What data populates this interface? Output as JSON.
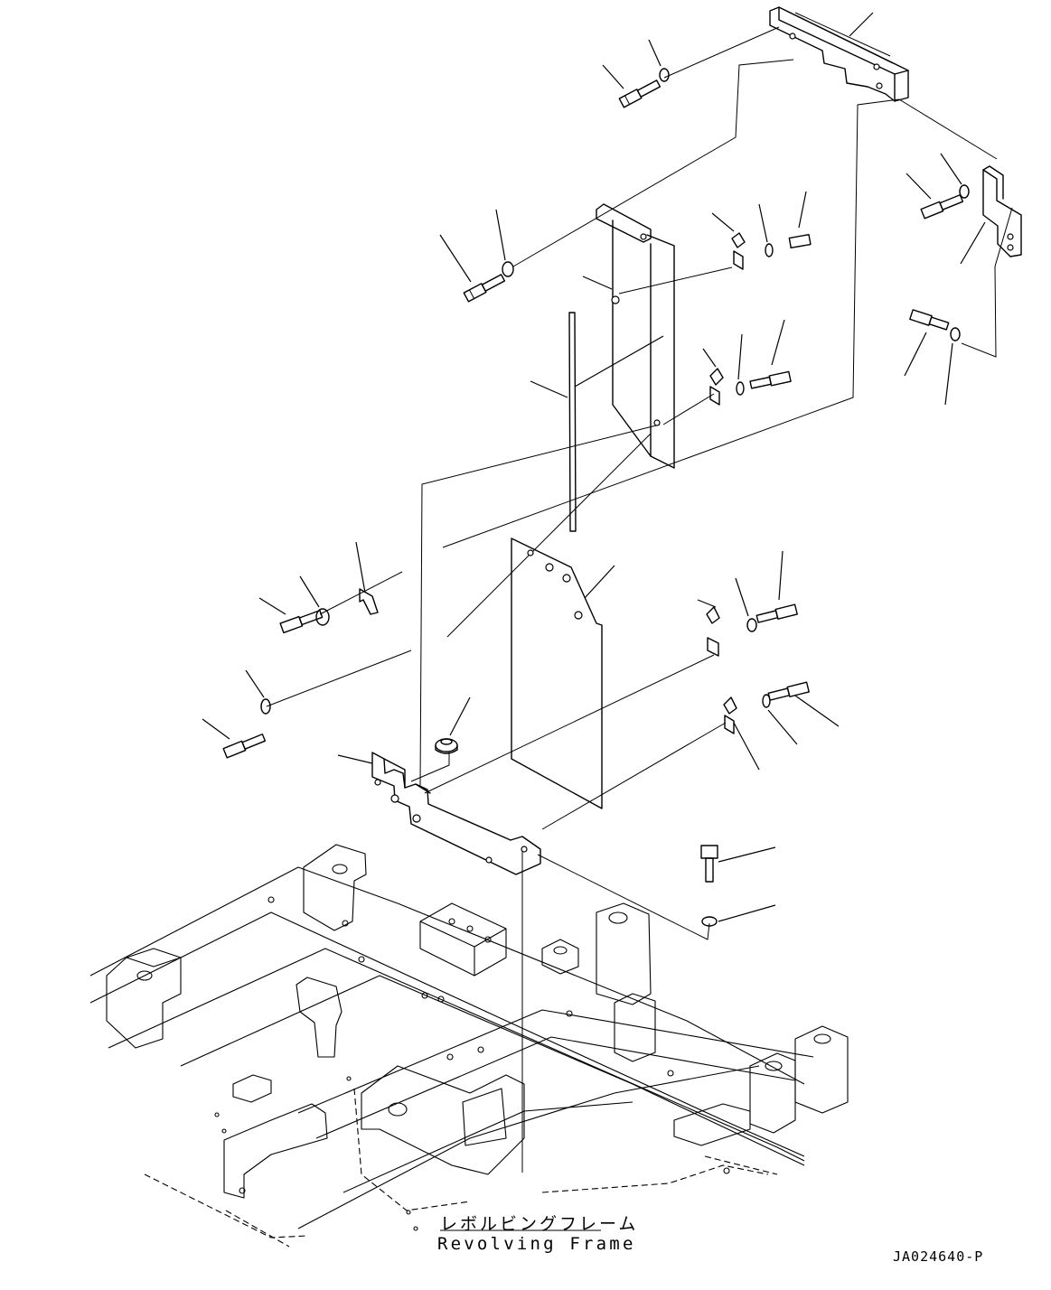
{
  "frame_label": {
    "japanese": "レボルビングフレーム",
    "english": "Revolving Frame"
  },
  "drawing_code": "JA024640-P"
}
